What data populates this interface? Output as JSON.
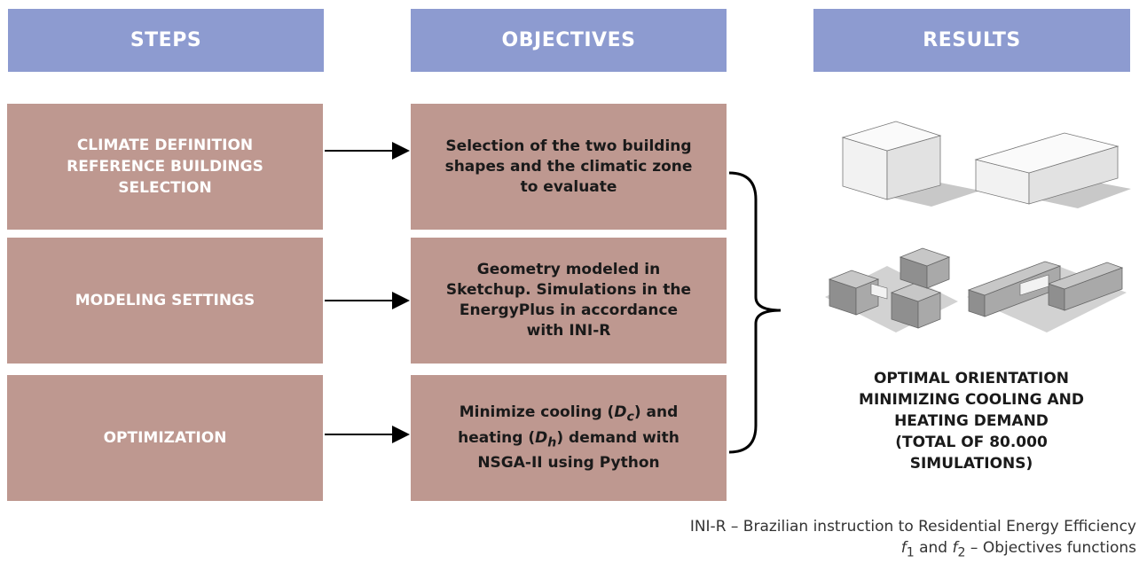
{
  "headers": {
    "steps": "STEPS",
    "objectives": "OBJECTIVES",
    "results": "RESULTS"
  },
  "steps": [
    {
      "lines": [
        "CLIMATE DEFINITION",
        "REFERENCE BUILDINGS",
        "SELECTION"
      ]
    },
    {
      "lines": [
        "MODELING SETTINGS"
      ]
    },
    {
      "lines": [
        "OPTIMIZATION"
      ]
    }
  ],
  "objectives": [
    {
      "lines": [
        "Selection of the two building",
        "shapes and the climatic zone",
        "to evaluate"
      ]
    },
    {
      "lines": [
        "Geometry modeled in",
        "Sketchup. Simulations in the",
        "EnergyPlus in accordance",
        "with INI-R"
      ]
    },
    {
      "l1_pre": "Minimize cooling (",
      "l1_sym": "D",
      "l1_sub": "c",
      "l1_post": ") and",
      "l2_pre": "heating (",
      "l2_sym": "D",
      "l2_sub": "h",
      "l2_post": ") demand with",
      "l3": "NSGA-II using Python"
    }
  ],
  "result": {
    "lines": [
      "OPTIMAL ORIENTATION",
      "MINIMIZING COOLING AND",
      "HEATING DEMAND",
      "(TOTAL OF 80.000",
      "SIMULATIONS)"
    ]
  },
  "footnotes": {
    "line1": "INI-R – Brazilian instruction to Residential Energy Efficiency",
    "f1_sym": "f",
    "f1_sub": "1",
    "and": " and ",
    "f2_sym": "f",
    "f2_sub": "2",
    "line2_rest": " – Objectives functions"
  },
  "colors": {
    "header": "#8d9bd0",
    "box": "#be9890"
  }
}
